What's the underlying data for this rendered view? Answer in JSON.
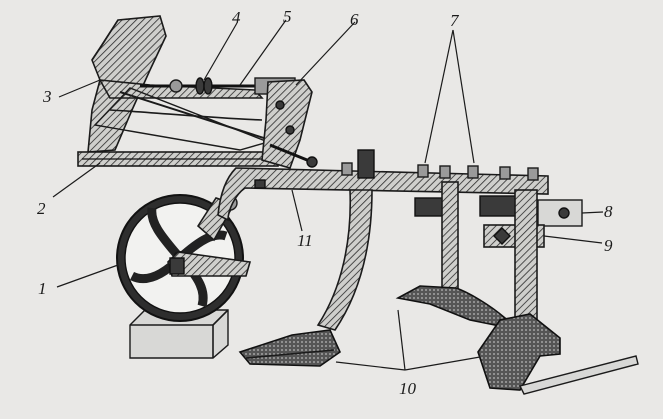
{
  "labels": {
    "l1": "1",
    "l2": "2",
    "l3": "3",
    "l4": "4",
    "l5": "5",
    "l6": "6",
    "l7": "7",
    "l8": "8",
    "l9": "9",
    "l10": "10",
    "l11": "11"
  },
  "colors": {
    "background": "#e9e8e6",
    "ink": "#1b1b1b"
  }
}
